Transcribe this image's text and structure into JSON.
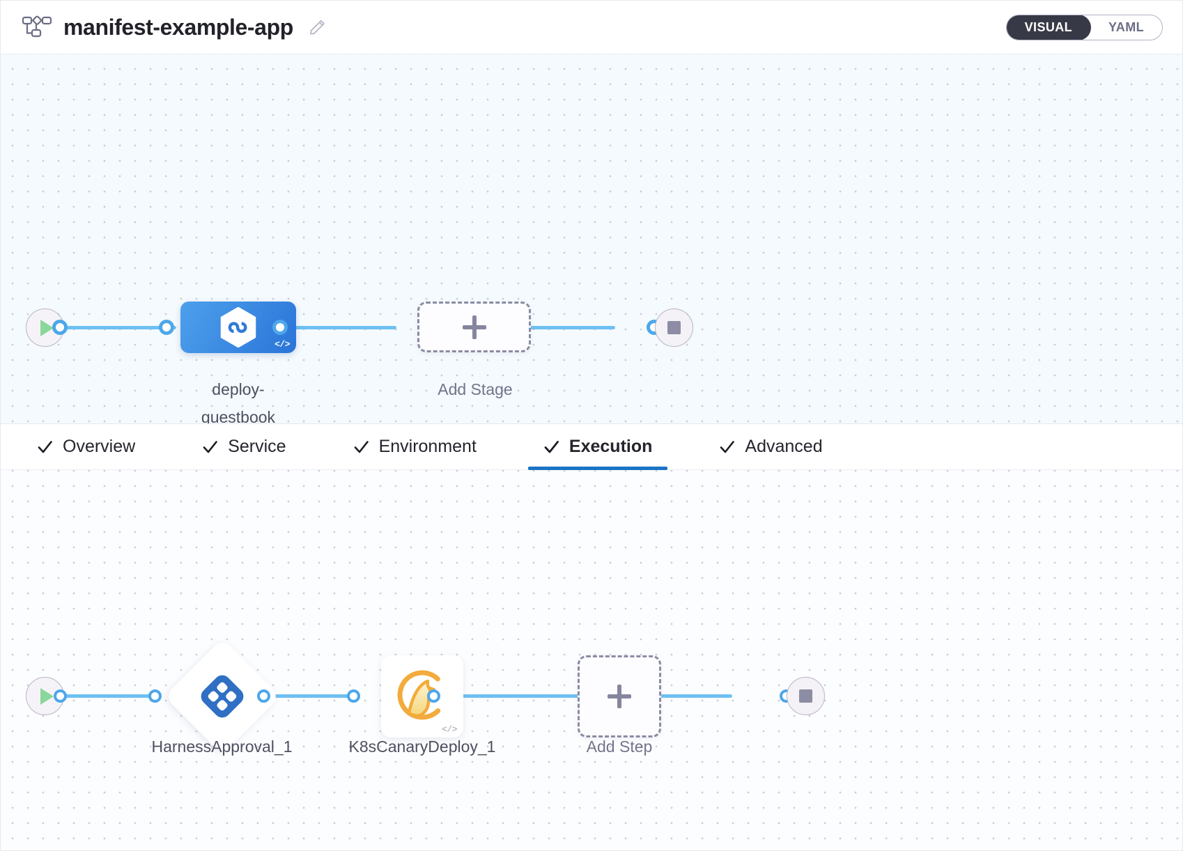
{
  "header": {
    "pipeline_icon": "pipeline-flow-icon",
    "title": "manifest-example-app",
    "edit_icon": "pencil-edit-icon",
    "view_toggle": {
      "options": [
        {
          "label": "VISUAL",
          "active": true
        },
        {
          "label": "YAML",
          "active": false
        }
      ],
      "active_color": "#383946"
    }
  },
  "stage_canvas": {
    "start_node": {
      "icon": "play-icon",
      "color": "#8ad79a"
    },
    "stop_node": {
      "icon": "stop-square-icon",
      "color": "#8c8da4"
    },
    "stages": [
      {
        "label": "deploy-guestbook",
        "icon": "harness-hexagon-infinity-icon",
        "badge": "</>",
        "color": "#2a74d8"
      }
    ],
    "add_stage": {
      "label": "Add Stage",
      "icon": "plus-icon"
    }
  },
  "tabs": [
    {
      "label": "Overview",
      "icon": "check-icon",
      "active": false
    },
    {
      "label": "Service",
      "icon": "check-icon",
      "active": false
    },
    {
      "label": "Environment",
      "icon": "check-icon",
      "active": false
    },
    {
      "label": "Execution",
      "icon": "check-icon",
      "active": true
    },
    {
      "label": "Advanced",
      "icon": "check-icon",
      "active": false
    }
  ],
  "execution_canvas": {
    "start_node": {
      "icon": "play-icon",
      "color": "#8ad79a"
    },
    "stop_node": {
      "icon": "stop-square-icon",
      "color": "#8c8da4"
    },
    "steps": [
      {
        "label": "HarnessApproval_1",
        "shape": "diamond",
        "icon": "harness-approval-icon",
        "color": "#2f6fc4"
      },
      {
        "label": "K8sCanaryDeploy_1",
        "shape": "square",
        "icon": "harness-bird-icon",
        "badge": "</>",
        "color": "#f2ab3c"
      }
    ],
    "add_step": {
      "label": "Add Step",
      "icon": "plus-icon"
    }
  },
  "theme": {
    "accent": "#1a73c4",
    "wire": "#6ec0f2",
    "dot_border": "#4da7ea",
    "canvas_top_bg": "#f4fafd",
    "canvas_bottom_bg": "#fcfdff"
  }
}
